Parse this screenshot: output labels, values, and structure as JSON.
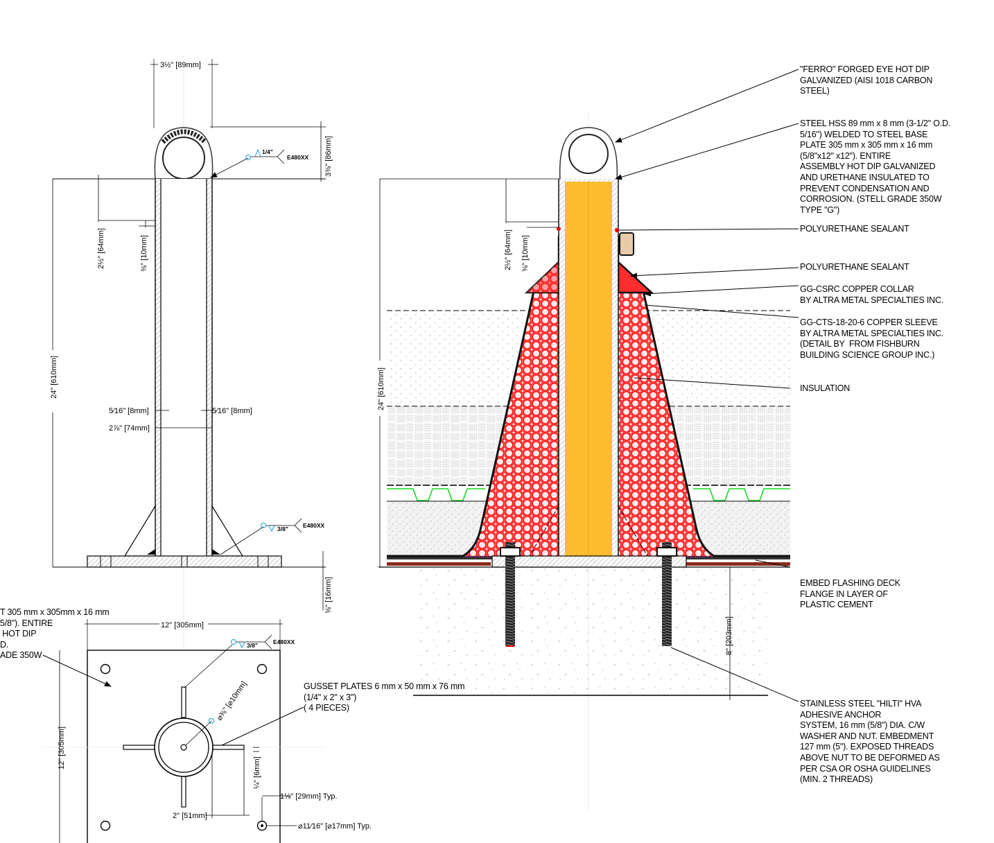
{
  "callouts": {
    "eye": "\"FERRO\" FORGED EYE HOT DIP\nGALVANIZED (AISI 1018 CARBON\nSTEEL)",
    "hss": "STEEL HSS 89 mm x 8 mm (3-1/2\" O.D.\n5/16\") WELDED TO STEEL BASE\nPLATE 305 mm x 305 mm x 16 mm\n(5/8\"x12\" x12\"). ENTIRE\nASSEMBLY HOT DIP GALVANIZED\nAND URETHANE INSULATED TO\nPREVENT CONDENSATION AND\nCORROSION. (STELL GRADE 350W\nTYPE \"G\")",
    "sealant1": "POLYURETHANE SEALANT",
    "sealant2": "POLYURETHANE SEALANT",
    "collar": "GG-CSRC COPPER COLLAR\nBY ALTRA METAL SPECIALTIES INC.",
    "sleeve": "GG-CTS-18-20-6 COPPER SLEEVE\nBY ALTRA METAL SPECIALTIES INC.\n(DETAIL BY  FROM FISHBURN\nBUILDING SCIENCE GROUP INC.)",
    "insulation": "INSULATION",
    "flashing": "EMBED FLASHING DECK\nFLANGE IN LAYER OF\nPLASTIC CEMENT",
    "anchor": "STAINLESS STEEL \"HILTI\" HVA\nADHESIVE ANCHOR\nSYSTEM, 16 mm (5/8\") DIA. C/W\nWASHER AND NUT. EMBEDMENT\n127 mm (5\"). EXPOSED THREADS\nABOVE NUT TO BE DEFORMED AS\nPER CSA OR OSHA GUIDELINES\n(MIN. 2 THREADS)",
    "baseplate": "T 305 mm x 305mm x 16 mm\n5/8\"). ENTIRE\n HOT DIP\nD.\nADE 350W",
    "gusset": "GUSSET PLATES 6 mm x 50 mm x 76 mm\n(1/4\" x 2\" x 3\")\n( 4 PIECES)"
  },
  "dims": {
    "top_width": "3½\" [89mm]",
    "eye_height": "3⅜\" [86mm]",
    "collar_left": "2½\" [64mm]",
    "bar_left": "⅜\" [10mm]",
    "height_left": "24\" [610mm]",
    "wall_l": "5⁄16\" [8mm]",
    "wall_r": "5⁄16\" [8mm]",
    "inner": "2⅞\" [74mm]",
    "plate_t": "⅝\" [16mm]",
    "collar_right": "2½\" [64mm]",
    "bar_right": "⅜\" [10mm]",
    "height_right": "24\" [610mm]",
    "embed": "8\" [203mm]",
    "plan_w": "12\" [305mm]",
    "plan_h": "12\" [305mm]",
    "rod": "⌀⅜\" [⌀10mm]",
    "gusset_t": "¼\" [6mm]",
    "gusset_w": "2\" [51mm]",
    "edge": "1⅛\" [29mm] Typ.",
    "hole": "⌀11⁄16\" [⌀17mm] Typ."
  },
  "welds": {
    "top_size": "1/4\"",
    "top_spec": "E480XX",
    "base_size": "3/8\"",
    "base_spec": "E480XX",
    "plan_size": "3/8\"",
    "plan_spec": "E480XX"
  }
}
